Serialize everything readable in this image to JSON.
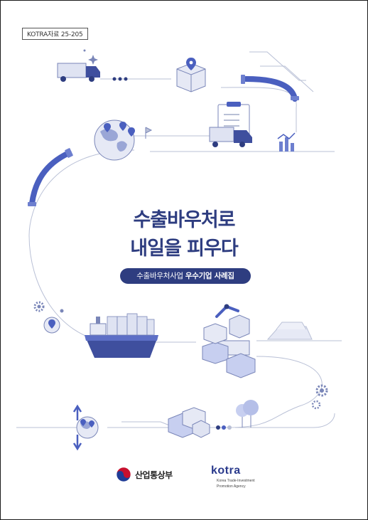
{
  "cover": {
    "doc_code": "KOTRA자료 25-205",
    "title_line1": "수출바우처로",
    "title_line2": "내일을 피우다",
    "subtitle_plain": "수출바우처사업",
    "subtitle_bold": "우수기업 사례집"
  },
  "publishers": {
    "ministry": "산업통상부",
    "kotra_wordmark": "kotra",
    "kotra_line1": "Korea Trade-Investment",
    "kotra_line2": "Promotion Agency"
  },
  "colors": {
    "navy": "#2e3d80",
    "accent_blue": "#4a5fbf",
    "line_gray": "#b9c0d6"
  }
}
